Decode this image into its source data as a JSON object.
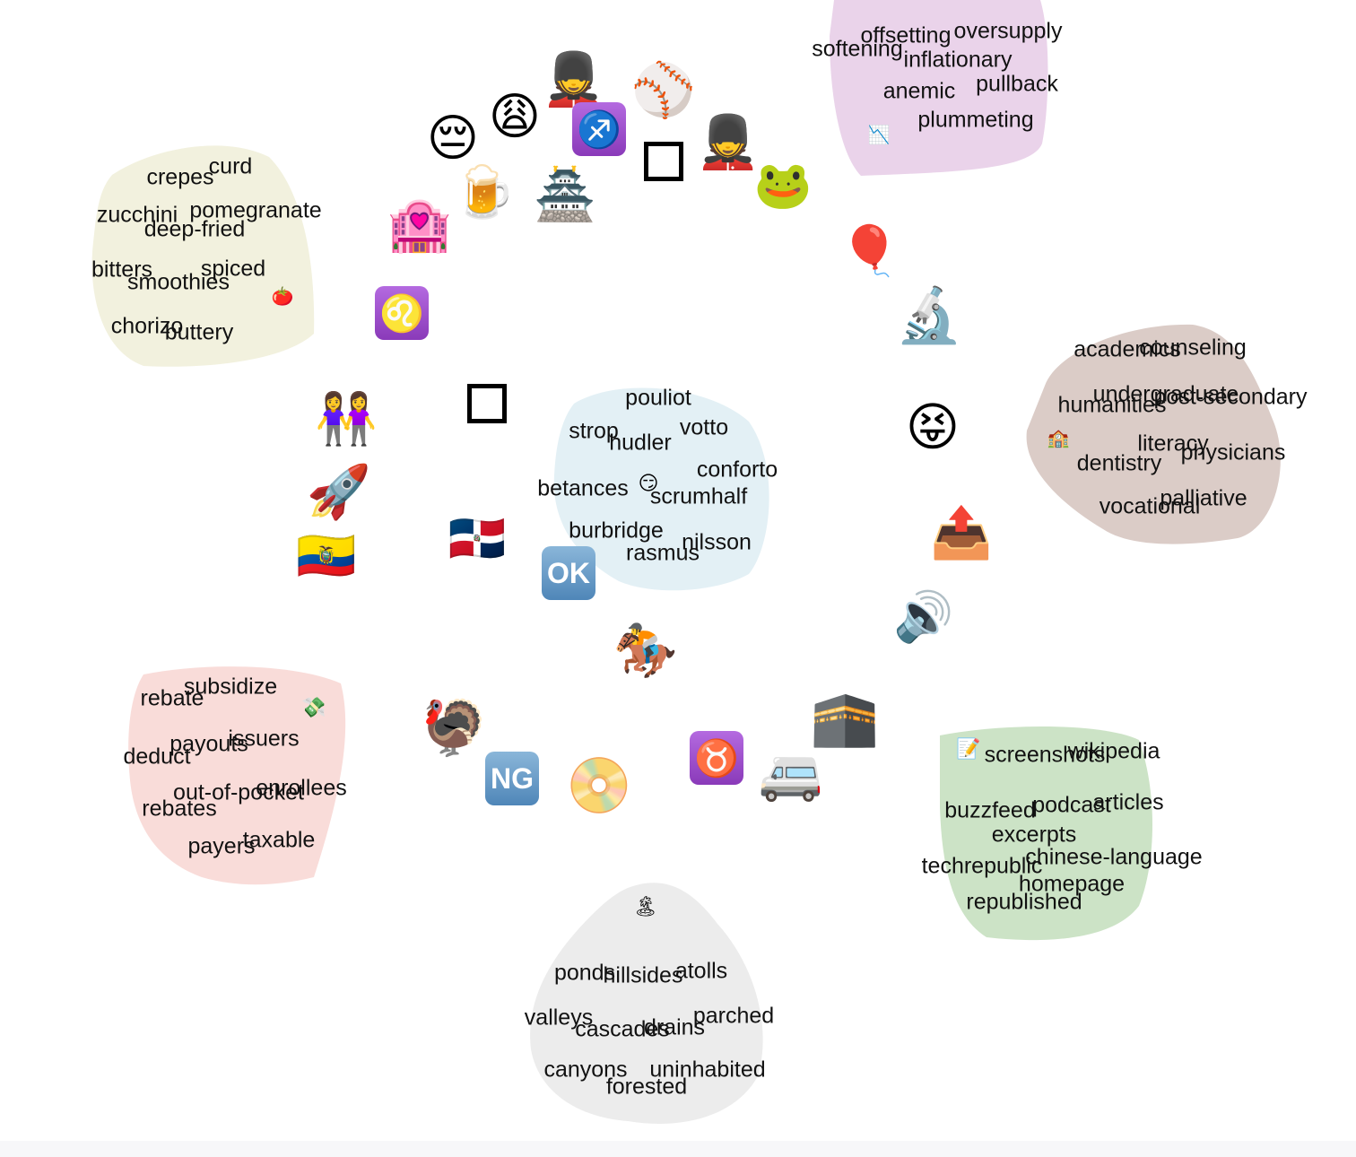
{
  "clusters": [
    {
      "id": "finance",
      "color": "#ead3ea",
      "icon": "chart-decreasing-icon",
      "glyph": "📉",
      "words": [
        "offsetting",
        "oversupply",
        "softening",
        "inflationary",
        "anemic",
        "pullback",
        "plummeting"
      ]
    },
    {
      "id": "food",
      "color": "#f2f1de",
      "icon": "tomato-icon",
      "glyph": "🍅",
      "words": [
        "curd",
        "crepes",
        "zucchini",
        "pomegranate",
        "deep-fried",
        "bitters",
        "spiced",
        "smoothies",
        "chorizo",
        "buttery"
      ]
    },
    {
      "id": "education",
      "color": "#dbccc7",
      "icon": "school-icon",
      "glyph": "🏫",
      "words": [
        "academics",
        "counseling",
        "undergraduate",
        "humanities",
        "post-secondary",
        "literacy",
        "dentistry",
        "physicians",
        "vocational",
        "palliative"
      ]
    },
    {
      "id": "sports-names",
      "color": "#e3f0f5",
      "icon": "smirking-face-icon",
      "glyph": "😏",
      "words": [
        "pouliot",
        "strop",
        "votto",
        "hudler",
        "conforto",
        "betances",
        "scrumhalf",
        "burbridge",
        "nilsson",
        "rasmus"
      ]
    },
    {
      "id": "tax",
      "color": "#f9dcd9",
      "icon": "money-with-wings-icon",
      "glyph": "💸",
      "words": [
        "subsidize",
        "rebate",
        "issuers",
        "payouts",
        "deduct",
        "enrollees",
        "out-of-pocket",
        "rebates",
        "taxable",
        "payers"
      ]
    },
    {
      "id": "media",
      "color": "#cce3c6",
      "icon": "memo-icon",
      "glyph": "📝",
      "words": [
        "screenshots",
        "wikipedia",
        "buzzfeed",
        "podcast",
        "articles",
        "excerpts",
        "chinese-language",
        "techrepublic",
        "homepage",
        "republished"
      ]
    },
    {
      "id": "landscape",
      "color": "#ececec",
      "icon": "desert-island-icon",
      "glyph": "🏝",
      "words": [
        "ponds",
        "hillsides",
        "atolls",
        "valleys",
        "cascades",
        "drains",
        "parched",
        "canyons",
        "uninhabited",
        "forested"
      ]
    }
  ],
  "emojis": [
    {
      "name": "guard-icon",
      "glyph": "💂"
    },
    {
      "name": "baseball-icon",
      "glyph": "⚾"
    },
    {
      "name": "weary-face-icon",
      "glyph": "😩"
    },
    {
      "name": "pensive-face-icon",
      "glyph": "😔"
    },
    {
      "name": "sagittarius-icon",
      "glyph": "♐",
      "badge": "purple"
    },
    {
      "name": "square-outline-icon",
      "glyph": "",
      "square": true
    },
    {
      "name": "guard-icon",
      "glyph": "💂"
    },
    {
      "name": "frog-face-icon",
      "glyph": "🐸"
    },
    {
      "name": "beer-mug-icon",
      "glyph": "🍺"
    },
    {
      "name": "japanese-castle-icon",
      "glyph": "🏯"
    },
    {
      "name": "love-hotel-icon",
      "glyph": "🏩"
    },
    {
      "name": "balloon-icon",
      "glyph": "🎈"
    },
    {
      "name": "microscope-icon",
      "glyph": "🔬"
    },
    {
      "name": "leo-icon",
      "glyph": "♌",
      "badge": "purple"
    },
    {
      "name": "square-outline-icon",
      "glyph": "",
      "square": true
    },
    {
      "name": "two-women-icon",
      "glyph": "👭"
    },
    {
      "name": "squinting-tongue-face-icon",
      "glyph": "😝"
    },
    {
      "name": "rocket-icon",
      "glyph": "🚀"
    },
    {
      "name": "outbox-tray-icon",
      "glyph": "📤"
    },
    {
      "name": "flag-ecuador-icon",
      "glyph": "🇪🇨"
    },
    {
      "name": "flag-dominican-republic-icon",
      "glyph": "🇩🇴"
    },
    {
      "name": "ok-button-icon",
      "glyph": "OK",
      "badge": "blue"
    },
    {
      "name": "speaker-icon",
      "glyph": "🔊"
    },
    {
      "name": "horse-racing-icon",
      "glyph": "🏇"
    },
    {
      "name": "kaaba-icon",
      "glyph": "🕋"
    },
    {
      "name": "turkey-icon",
      "glyph": "🦃"
    },
    {
      "name": "taurus-icon",
      "glyph": "♉",
      "badge": "purple"
    },
    {
      "name": "ng-button-icon",
      "glyph": "NG",
      "badge": "blue"
    },
    {
      "name": "dvd-icon",
      "glyph": "📀"
    },
    {
      "name": "minibus-icon",
      "glyph": "🚐"
    }
  ]
}
